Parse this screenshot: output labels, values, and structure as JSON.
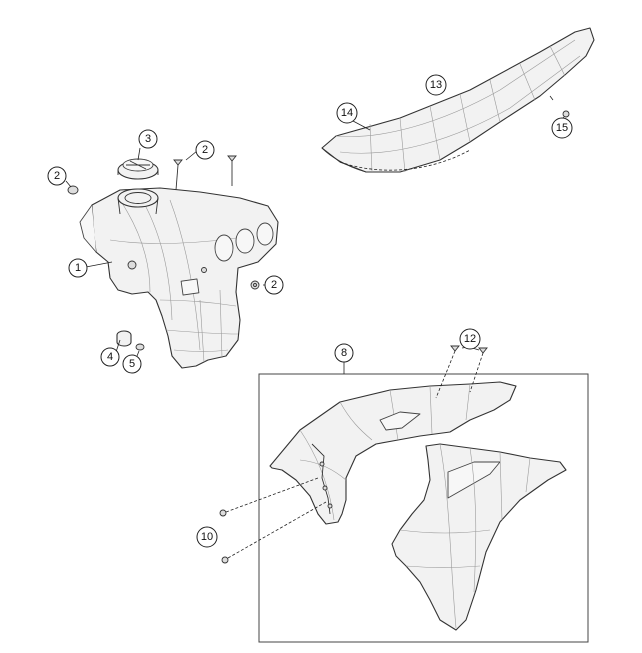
{
  "diagram": {
    "callouts": {
      "c1": "1",
      "c2a": "2",
      "c2b": "2",
      "c2c": "2",
      "c3": "3",
      "c4": "4",
      "c5": "5",
      "c8": "8",
      "c10": "10",
      "c12": "12",
      "c13": "13",
      "c14": "14",
      "c15": "15"
    }
  }
}
